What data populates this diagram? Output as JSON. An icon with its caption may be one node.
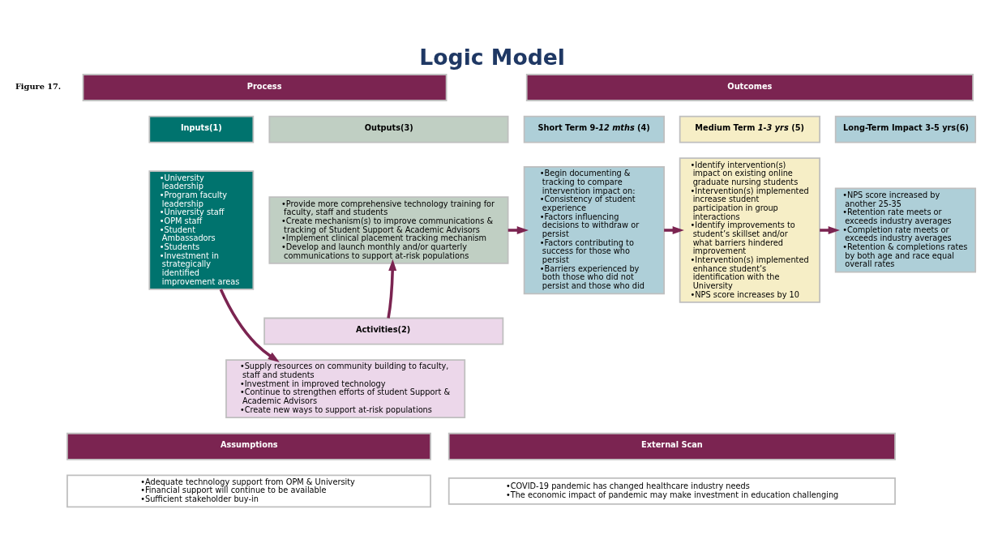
{
  "diagram": {
    "title": "Logic Model",
    "nodes": [
      {
        "text": [
          "Process"
        ]
      },
      {
        "text": [
          "Outcomes"
        ]
      },
      {
        "text": [
          "Inputs(1)"
        ]
      },
      {
        "text": [
          "•University leadership",
          "•Program faculty leadership",
          "•University staff",
          "•OPM staff",
          "•Student Ambassadors",
          "•Students",
          "•Investment in strategically identified improvement areas"
        ]
      },
      {
        "text": [
          "Outputs(3)"
        ]
      },
      {
        "text": [
          "•Provide more comprehensive technology training for faculty, staff and students",
          "•Create mechanism(s) to improve communications & tracking of Student Support & Academic Advisors",
          "•Implement clinical placement tracking mechanism",
          "•Develop and launch monthly and/or quarterly communications to support at-risk populations"
        ]
      },
      {
        "text": [
          "Activities(2)"
        ]
      },
      {
        "text": [
          "•Supply resources on community building to faculty, staff and students",
          "•Investment in improved technology",
          "•Continue to strengthen efforts of student Support & Academic Advisors",
          "•Create new ways to support at-risk populations"
        ]
      },
      {
        "text": [
          "Short Term 9-*12 mths* (4)"
        ]
      },
      {
        "text": [
          "•Begin documenting & tracking to compare intervention impact on:",
          "•Consistency of student experience",
          "•Factors influencing decisions to withdraw or persist",
          "•Factors contributing to success for those who persist",
          "•Barriers experienced by both those who did not persist and those who did"
        ]
      },
      {
        "text": [
          "Medium Term *1-3 yrs* (5)"
        ]
      },
      {
        "text": [
          "•Identify intervention(s) impact on existing online graduate nursing students",
          "•Intervention(s) implemented increase student participation in group interactions",
          "•Identify improvements to student’s skillset and/or what barriers hindered improvement",
          "•Intervention(s) implemented enhance student’s identification with the University",
          "•NPS score increases by 10"
        ]
      },
      {
        "text": [
          "Long-Term Impact 3-5 yrs(6)"
        ]
      },
      {
        "text": [
          "•NPS score increased by another 25-35",
          "•Retention rate meets or exceeds industry averages",
          "•Completion rate meets or exceeds industry averages",
          "•Retention & completions rates by both age and race equal overall rates"
        ]
      },
      {
        "text": [
          "Assumptions"
        ]
      },
      {
        "text": [
          "•Adequate technology support from OPM & University",
          "•Financial support will continue to be available",
          "•Sufficient stakeholder buy-in"
        ]
      },
      {
        "text": [
          "External Scan"
        ]
      },
      {
        "text": [
          "•COVID-19 pandemic has changed healthcare industry needs",
          "•The economic impact of pandemic may make investment in education challenging"
        ]
      }
    ],
    "edges": [
      {
        "from": 3,
        "to": 7,
        "arrow": "to"
      },
      {
        "from": 6,
        "to": 5,
        "arrow": "to"
      },
      {
        "from": 5,
        "to": 9,
        "arrow": "to"
      },
      {
        "from": 9,
        "to": 11,
        "arrow": "to"
      },
      {
        "from": 11,
        "to": 13,
        "arrow": "to"
      }
    ],
    "labels": [
      "Figure 17."
    ]
  }
}
